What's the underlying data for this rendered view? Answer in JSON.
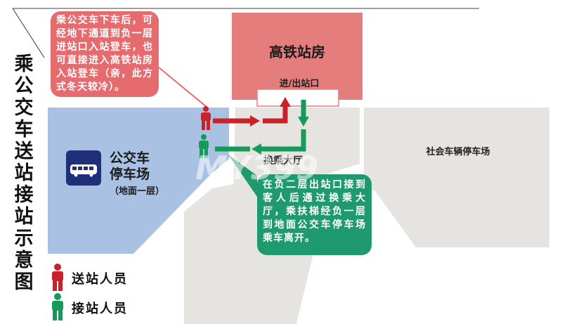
{
  "title": [
    "乘",
    "公",
    "交",
    "车",
    "送",
    "站",
    "接",
    "站",
    "示",
    "意",
    "图"
  ],
  "station": {
    "name": "高铁站房",
    "gate": "进/出站口"
  },
  "transfer_hall": "换乘大厅",
  "social_parking": "社会车辆停车场",
  "bus_parking": {
    "line1": "公交车",
    "line2": "停车场",
    "sub": "（地面一层）"
  },
  "callouts": {
    "drop_off": "乘公交车下车后，可经地下通道到负一层进站口入站登车，也可直接进入高铁站房入站登车（亲，此方式冬天较冷）。",
    "pick_up": "在负二层出站口接到客人后通过换乘大厅，乘扶梯经负一层到地面公交车停车场乘车离开。"
  },
  "legend": {
    "drop_off": "送站人员",
    "pick_up": "接站人员"
  },
  "watermark": "MY399",
  "colors": {
    "station": "#e57d7d",
    "bus_area": "#a9c1e3",
    "gray_area": "#e5e4e1",
    "red_person": "#c8222b",
    "green_person": "#159a5a",
    "callout_red": "#e56b6f",
    "callout_green": "#1e9a6e",
    "bus_icon": "#1f2f7a"
  }
}
